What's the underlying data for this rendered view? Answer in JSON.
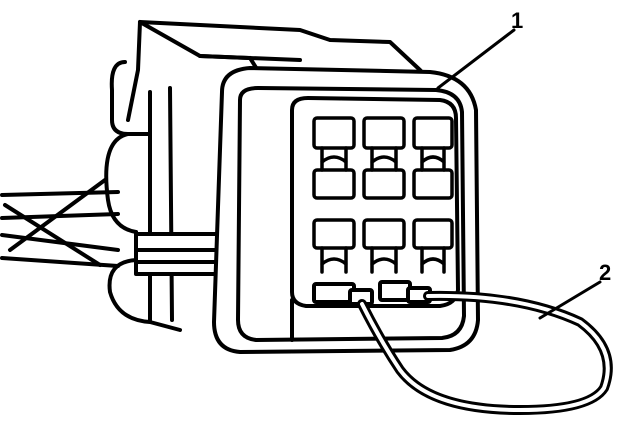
{
  "callouts": {
    "connector": "1",
    "jumper_wire": "2"
  },
  "colors": {
    "line": "#000000",
    "background": "#ffffff"
  },
  "terminal_cavities": {
    "rows": 2,
    "columns": 3
  }
}
